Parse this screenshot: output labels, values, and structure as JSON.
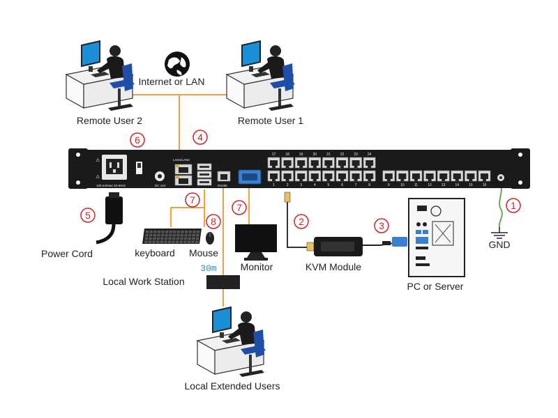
{
  "labels": {
    "internet": "Internet or LAN",
    "remote_user_2": "Remote User 2",
    "remote_user_1": "Remote User 1",
    "power_cord": "Power Cord",
    "keyboard": "keyboard",
    "mouse": "Mouse",
    "monitor": "Monitor",
    "kvm_module": "KVM Module",
    "pc_server": "PC  or Server",
    "gnd": "GND",
    "local_work_station": "Local Work Station",
    "distance": "30m",
    "local_extended_users": "Local Extended Users"
  },
  "panel": {
    "lan_label": "LAN1/LAN2",
    "rs485_label": "RS485",
    "dc_label": "DC 12V",
    "power_rating": "100-240Vac 50-60Hz",
    "port_numbers_top": [
      "17",
      "18",
      "19",
      "20",
      "21",
      "22",
      "23",
      "24"
    ],
    "port_numbers_bottom": [
      "1",
      "2",
      "3",
      "4",
      "5",
      "6",
      "7",
      "8",
      "9",
      "10",
      "11",
      "12",
      "13",
      "14",
      "15",
      "16"
    ]
  },
  "callouts": [
    "1",
    "2",
    "3",
    "4",
    "5",
    "6",
    "7",
    "7",
    "8"
  ],
  "colors": {
    "wire": "#f0a040",
    "callout": "#d32020",
    "chassis": "#1a1a1a",
    "port": "#d8d8d8",
    "vga": "#3a7fd0",
    "distance_text": "#2a8fc6"
  }
}
